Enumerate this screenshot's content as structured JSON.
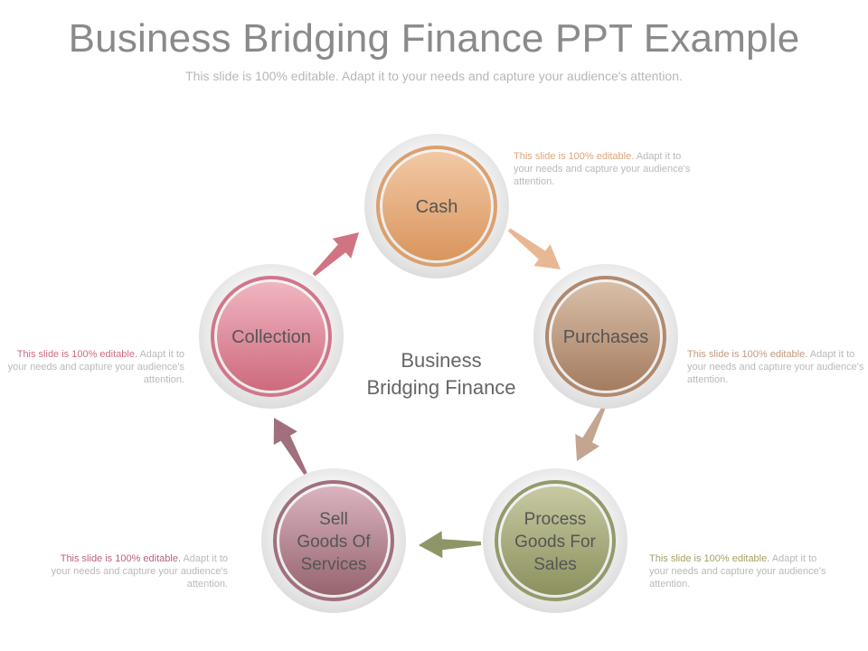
{
  "header": {
    "title": "Business Bridging Finance PPT Example",
    "subtitle": "This slide is 100% editable. Adapt it to your needs and capture your audience's attention."
  },
  "center": {
    "line1": "Business",
    "line2": "Bridging Finance"
  },
  "nodes": [
    {
      "lines": [
        "Cash"
      ],
      "color": "#DCA06E"
    },
    {
      "lines": [
        "Purchases"
      ],
      "color": "#B08A6E"
    },
    {
      "lines": [
        "Process",
        "Goods For",
        "Sales"
      ],
      "color": "#949A6A"
    },
    {
      "lines": [
        "Sell",
        "Goods Of",
        "Services"
      ],
      "color": "#A0707E"
    },
    {
      "lines": [
        "Collection"
      ],
      "color": "#D2768A"
    }
  ],
  "notes": [
    {
      "lead": "This slide is 100% editable.",
      "rest": " Adapt it to your needs and capture your audience's attention.",
      "color": "#E0A47A"
    },
    {
      "lead": "This slide is 100% editable.",
      "rest": " Adapt it to your needs and capture your audience's attention.",
      "color": "#C29A80"
    },
    {
      "lead": "This slide is 100% editable.",
      "rest": " Adapt it to your needs and capture your audience's attention.",
      "color": "#A4A064"
    },
    {
      "lead": "This slide is 100% editable.",
      "rest": " Adapt it to your needs and capture your audience's attention.",
      "color": "#B86478"
    },
    {
      "lead": "This slide is 100% editable.",
      "rest": " Adapt it to your needs and capture your audience's attention.",
      "color": "#D06A80"
    }
  ],
  "arrows": [
    {
      "color": "#E8B894"
    },
    {
      "color": "#C4A690"
    },
    {
      "color": "#8E9668"
    },
    {
      "color": "#A0707C"
    },
    {
      "color": "#D07482"
    }
  ]
}
